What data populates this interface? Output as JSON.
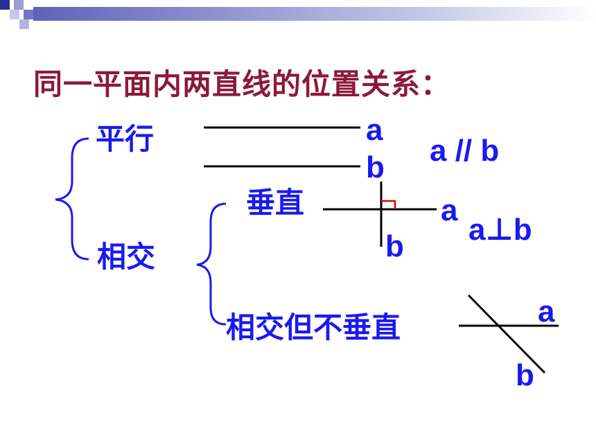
{
  "title": "同一平面内两直线的位置关系：",
  "categories": {
    "parallel": "平行",
    "intersect": "相交",
    "perpendicular": "垂直",
    "intersect_not_perpendicular": "相交但不垂直"
  },
  "line_labels": {
    "parallel_a": "a",
    "parallel_b": "b",
    "perp_a": "a",
    "perp_b": "b",
    "oblique_a": "a",
    "oblique_b": "b"
  },
  "notation": {
    "parallel": "a // b",
    "perpendicular": "a⊥b"
  },
  "colors": {
    "title": "#8b1a3a",
    "text": "#1a1aee",
    "line": "#000000",
    "right_angle_mark": "#e00000"
  }
}
